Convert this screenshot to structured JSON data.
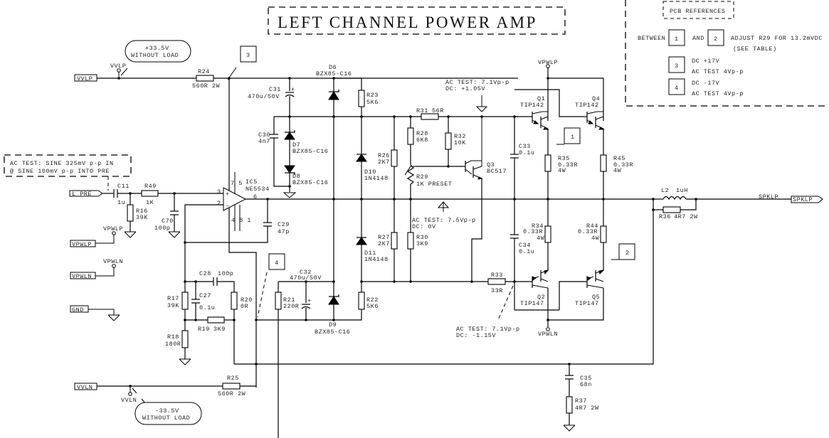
{
  "title": "LEFT CHANNEL POWER AMP",
  "pcb_references": {
    "heading": "PCB REFERENCES",
    "between": "BETWEEN",
    "and": "AND",
    "ref1": "1",
    "ref2": "2",
    "adjust": "ADJUST R29 FOR 13.2mVDC",
    "see_table": "(SEE TABLE)",
    "ref3": "3",
    "ref3_dc": "DC +17V",
    "ref3_ac": "AC TEST 4Vp-p",
    "ref4": "4",
    "ref4_dc": "DC -17V",
    "ref4_ac": "AC TEST 4Vp-p"
  },
  "callouts": {
    "pos_supply_line1": "+33.5V",
    "pos_supply_line2": "WITHOUT LOAD",
    "neg_supply_line1": "-33.5V",
    "neg_supply_line2": "WITHOUT LOAD",
    "input_test_line1": "AC TEST: SINE 325mV p-p IN",
    "input_test_line2": "@ SINE 100mV p-p INTO PRE",
    "q1_test_line1": "AC TEST: 7.1Vp-p",
    "q1_test_line2": "DC: +1.05V",
    "out_test_line1": "AC TEST: 7.5Vp-p",
    "out_test_line2": "DC: 0V",
    "q2_test_line1": "AC TEST: 7.1Vp-p",
    "q2_test_line2": "DC: -1.15V",
    "marker1": "1",
    "marker2": "2",
    "marker3": "3",
    "marker4": "4"
  },
  "ports": {
    "vvlp": "VVLP",
    "l_pre": "L PRE",
    "vpwlp": "VPWLP",
    "vpwln": "VPWLN",
    "gnd": "GND",
    "vvln": "VVLN",
    "spklp": "SPKLP"
  },
  "net_labels": {
    "vvlp": "VVLP",
    "vvln": "VVLN",
    "vpwlp_left": "VPWLP",
    "vpwln_left": "VPWLN",
    "vpwlp_out": "VPWLP",
    "vpwln_out": "VPWLN",
    "spklp": "SPKLP"
  },
  "components": {
    "r24": {
      "ref": "R24",
      "value": "560R 2W"
    },
    "r25": {
      "ref": "R25",
      "value": "560R 2W"
    },
    "c11": {
      "ref": "C11",
      "value": "1u"
    },
    "r49": {
      "ref": "R49",
      "value": "1K"
    },
    "r16": {
      "ref": "R16",
      "value": "39K"
    },
    "c70": {
      "ref": "C70",
      "value": "100p"
    },
    "ic5": {
      "ref": "IC5",
      "value": "NE5534",
      "pin_in_plus": "3",
      "pin_in_minus": "2",
      "pin_out": "6",
      "pins_top": "7 5",
      "pins_bottom": "4 8 1"
    },
    "c29": {
      "ref": "C29",
      "value": "47p"
    },
    "c31": {
      "ref": "C31",
      "value": "470u/50V"
    },
    "c30": {
      "ref": "C30",
      "value": "4n7"
    },
    "d7": {
      "ref": "D7",
      "value": "BZX85-C16"
    },
    "d8": {
      "ref": "D8",
      "value": "BZX85-C16"
    },
    "d6": {
      "ref": "D6",
      "value": "BZX85-C16"
    },
    "r23": {
      "ref": "R23",
      "value": "5K6"
    },
    "d10": {
      "ref": "D10",
      "value": "1N4148"
    },
    "r26": {
      "ref": "R26",
      "value": "2K7"
    },
    "r28": {
      "ref": "R28",
      "value": "6K8"
    },
    "r31": {
      "ref": "R31",
      "value": "56R"
    },
    "r32": {
      "ref": "R32",
      "value": "10K"
    },
    "r29": {
      "ref": "R29",
      "value": "1K PRESET"
    },
    "q3": {
      "ref": "Q3",
      "value": "BC517"
    },
    "r27": {
      "ref": "R27",
      "value": "2K7"
    },
    "r30": {
      "ref": "R30",
      "value": "3K9"
    },
    "d11": {
      "ref": "D11",
      "value": "1N4148"
    },
    "c32": {
      "ref": "C32",
      "value": "470u/50V"
    },
    "r21": {
      "ref": "R21",
      "value": "220R"
    },
    "d9": {
      "ref": "D9",
      "value": "BZX85-C16"
    },
    "r22": {
      "ref": "R22",
      "value": "5K6"
    },
    "r33": {
      "ref": "R33",
      "value": "33R"
    },
    "c33": {
      "ref": "C33",
      "value": "0.1u"
    },
    "c34": {
      "ref": "C34",
      "value": "0.1u"
    },
    "q1": {
      "ref": "Q1",
      "value": "TIP142"
    },
    "q4": {
      "ref": "Q4",
      "value": "TIP142"
    },
    "q2": {
      "ref": "Q2",
      "value": "TIP147"
    },
    "q5": {
      "ref": "Q5",
      "value": "TIP147"
    },
    "r35": {
      "ref": "R35",
      "value": "0.33R",
      "power": "4W"
    },
    "r45": {
      "ref": "R45",
      "value": "0.33R",
      "power": "4W"
    },
    "r34": {
      "ref": "R34",
      "value": "0.33R",
      "power": "4W"
    },
    "r44": {
      "ref": "R44",
      "value": "0.33R",
      "power": "4W"
    },
    "l2": {
      "ref": "L2",
      "value": "1uH"
    },
    "r36": {
      "ref": "R36",
      "value": "4R7 2W"
    },
    "c35": {
      "ref": "C35",
      "value": "68n"
    },
    "r37": {
      "ref": "R37",
      "value": "4R7 2W"
    },
    "c28": {
      "ref": "C28",
      "value": "100p"
    },
    "c27": {
      "ref": "C27",
      "value": "0.1u"
    },
    "r17": {
      "ref": "R17",
      "value": "39K"
    },
    "r20": {
      "ref": "R20",
      "value": "0R"
    },
    "r19": {
      "ref": "R19",
      "value": "3K9"
    },
    "r18": {
      "ref": "R18",
      "value": "180R"
    }
  }
}
